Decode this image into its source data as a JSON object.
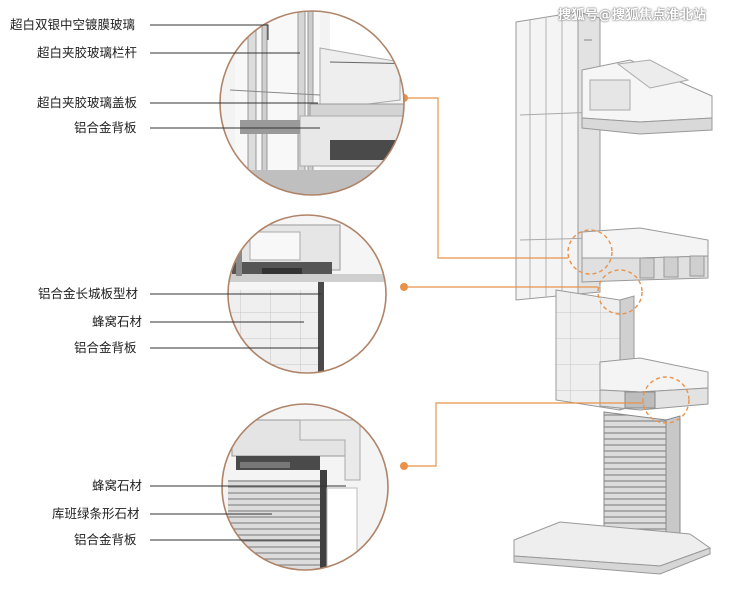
{
  "watermark": "搜狐号@搜狐焦点淮北站",
  "detail_top": {
    "labels": [
      "超白双银中空镀膜玻璃",
      "超白夹胶玻璃栏杆",
      "超白夹胶玻璃盖板",
      "铝合金背板"
    ]
  },
  "detail_middle": {
    "labels": [
      "铝合金长城板型材",
      "蜂窝石材",
      "铝合金背板"
    ]
  },
  "detail_bottom": {
    "labels": [
      "蜂窝石材",
      "库班绿条形石材",
      "铝合金背板"
    ]
  },
  "colors": {
    "accent": "#e8924a",
    "line": "#333333",
    "panel": "#f2f2f2"
  }
}
